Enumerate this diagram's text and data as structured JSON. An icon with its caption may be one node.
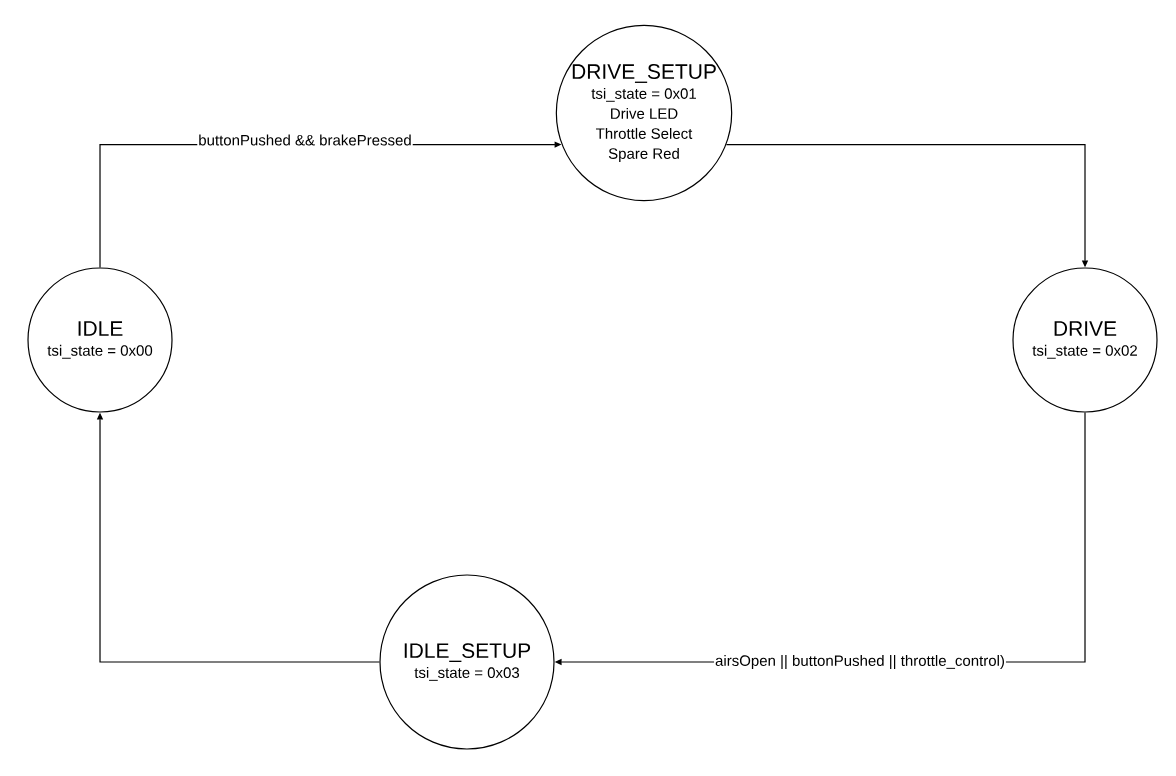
{
  "diagram": {
    "nodes": [
      {
        "text": [
          "IDLE",
          "tsi_state = 0x00"
        ]
      },
      {
        "text": [
          "DRIVE_SETUP",
          "tsi_state = 0x01",
          "Drive LED",
          "Throttle Select",
          "Spare Red"
        ]
      },
      {
        "text": [
          "DRIVE",
          "tsi_state = 0x02"
        ]
      },
      {
        "text": [
          "IDLE_SETUP",
          "tsi_state = 0x03"
        ]
      }
    ],
    "edges": [
      {
        "from": 0,
        "to": 1,
        "arrow": "to",
        "label": "buttonPushed && brakePressed"
      },
      {
        "from": 1,
        "to": 2,
        "arrow": "to"
      },
      {
        "from": 2,
        "to": 3,
        "arrow": "to",
        "label": "airsOpen || buttonPushed || throttle_control)"
      },
      {
        "from": 3,
        "to": 0,
        "arrow": "to"
      }
    ]
  }
}
